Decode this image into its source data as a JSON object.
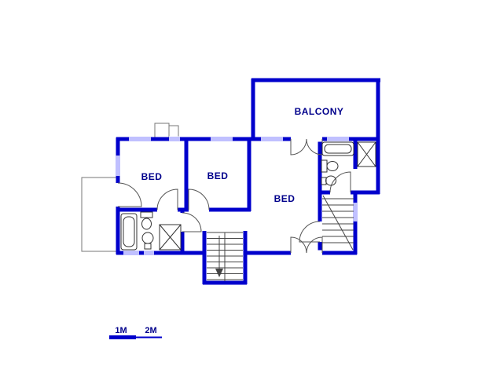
{
  "colors": {
    "wall": "#0000cc",
    "window": "#8080ff",
    "label": "#00008b",
    "fixture": "#333333",
    "door": "#555555",
    "outline": "#777777",
    "background": "#ffffff"
  },
  "rooms": {
    "balcony": {
      "label": "BALCONY"
    },
    "bed1": {
      "label": "BED"
    },
    "bed2": {
      "label": "BED"
    },
    "bed3": {
      "label": "BED"
    }
  },
  "scale_bar": {
    "label_1m": "1M",
    "label_2m": "2M"
  }
}
